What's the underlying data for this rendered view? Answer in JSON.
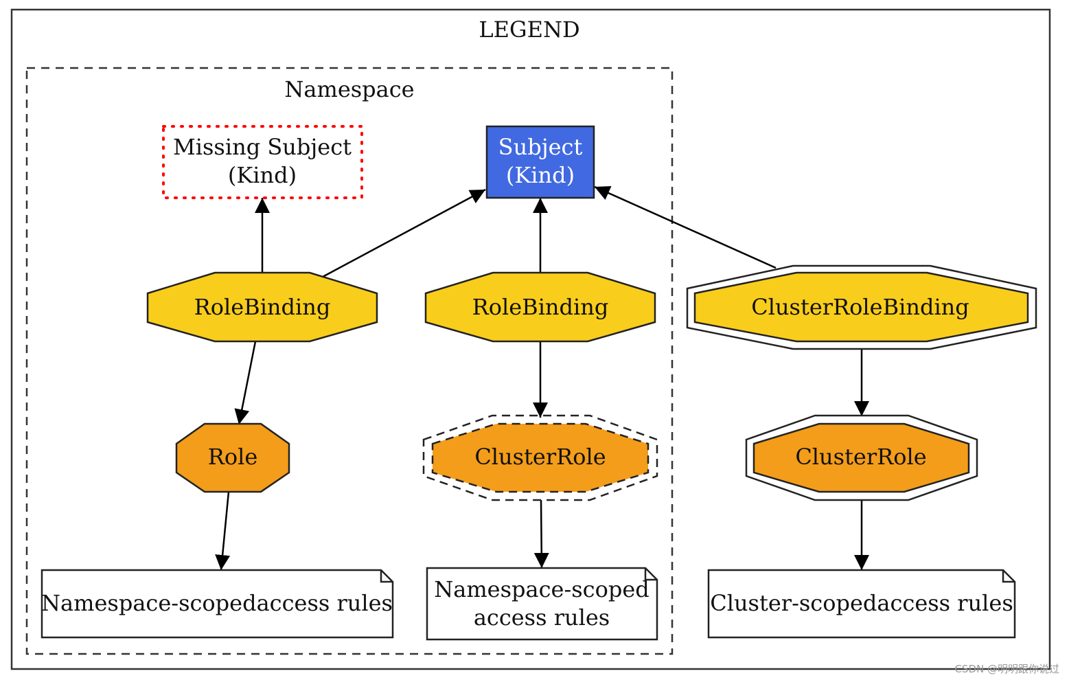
{
  "legend": {
    "title": "LEGEND"
  },
  "namespace": {
    "title": "Namespace"
  },
  "nodes": {
    "missing_subject": {
      "line1": "Missing Subject",
      "line2": "(Kind)"
    },
    "subject": {
      "line1": "Subject",
      "line2": "(Kind)"
    },
    "rolebinding_left": {
      "label": "RoleBinding"
    },
    "rolebinding_mid": {
      "label": "RoleBinding"
    },
    "clusterrolebinding": {
      "label": "ClusterRoleBinding"
    },
    "role": {
      "label": "Role"
    },
    "clusterrole_mid": {
      "label": "ClusterRole"
    },
    "clusterrole_right": {
      "label": "ClusterRole"
    },
    "rules_left": {
      "label": "Namespace-scopedaccess rules"
    },
    "rules_mid": {
      "line1": "Namespace-scoped",
      "line2": "access rules"
    },
    "rules_right": {
      "label": "Cluster-scopedaccess rules"
    }
  },
  "colors": {
    "subject_fill": "#4169e1",
    "binding_fill": "#f9cd1b",
    "role_fill": "#f49d1a",
    "missing_border": "#ff0000"
  },
  "watermark": "CSDN @明明跟你说过"
}
